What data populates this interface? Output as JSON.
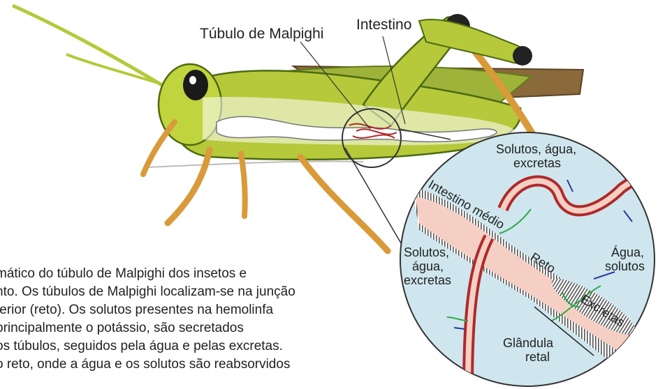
{
  "labels": {
    "tubulo": "Túbulo de Malpighi",
    "intestino": "Intestino",
    "solutos_top_1": "Solutos, água,",
    "solutos_top_2": "excretas",
    "intestino_medio": "Intestino médio",
    "solutos_left_1": "Solutos,",
    "solutos_left_2": "água,",
    "solutos_left_3": "excretas",
    "agua_1": "Água,",
    "agua_2": "solutos",
    "reto": "Reto",
    "excretas": "Excretas",
    "glandula_1": "Glândula",
    "glandula_2": "retal"
  },
  "caption": {
    "lines": [
      "mático do túbulo de Malpighi dos insetos e",
      "nto. Os túbulos de Malpighi localizam-se na junção",
      "terior (reto). Os solutos presentes na hemolinfa",
      "principalmente o potássio, são secretados",
      "os túbulos, seguidos pela água e pelas excretas.",
      "o reto, onde a água e os solutos são reabsorvidos"
    ]
  },
  "colors": {
    "body_green": "#b5c93a",
    "dark_green": "#6e8a1e",
    "wing_brown": "#8a6a3a",
    "leg_orange": "#d99a3a",
    "gut_pink": "#f6cfc4",
    "tubule_red": "#b02a2a",
    "circle_blue": "#cfe6ee",
    "arrow_green": "#2ea84a",
    "arrow_blue": "#2b3a9a"
  }
}
